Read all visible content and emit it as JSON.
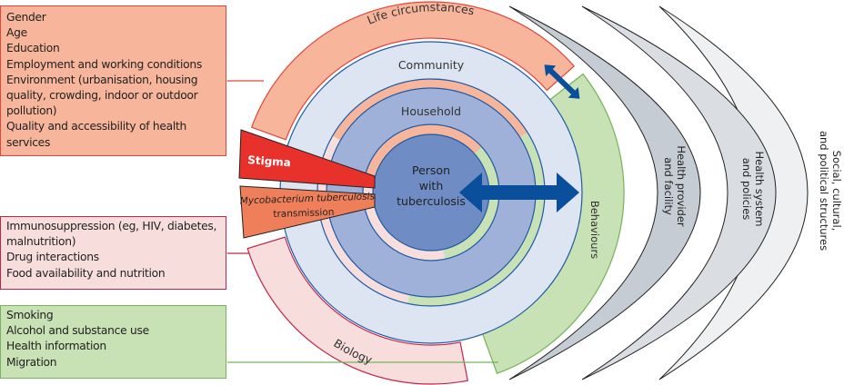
{
  "boxes": {
    "life_circumstances_items": [
      "Gender",
      "Age",
      "Education",
      "Employment and working conditions",
      "Environment (urbanisation, housing",
      "quality, crowding, indoor or outdoor",
      "pollution)",
      "Quality and accessibility of health",
      "services"
    ],
    "biology_items": [
      "Immunosuppression (eg, HIV, diabetes,",
      "malnutrition)",
      "Drug interactions",
      "Food availability and nutrition"
    ],
    "behaviours_items": [
      "Smoking",
      "Alcohol and substance use",
      "Health information",
      "Migration"
    ]
  },
  "diagram": {
    "center": [
      "Person",
      "with",
      "tuberculosis"
    ],
    "household": "Household",
    "community": "Community",
    "life_circumstances": "Life circumstances",
    "behaviours": "Behaviours",
    "biology": "Biology",
    "stigma": "Stigma",
    "transmission": [
      "Mycobacterium tuberculosis",
      "transmission"
    ],
    "health_provider": [
      "Health provider",
      "and facility"
    ],
    "health_system": [
      "Health system",
      "and policies"
    ],
    "social_structures": [
      "Social, cultural,",
      "and political structures"
    ]
  },
  "colors": {
    "life": "#f7b59c",
    "life_border": "#e2453b",
    "biology": "#f7dedd",
    "biology_border": "#c2254a",
    "behaviours": "#c8e1b5",
    "behaviours_border": "#76b35a",
    "community": "#dde5f3",
    "household": "#9fb1d9",
    "person": "#6f8cc4",
    "ring_stroke": "#1d5ba6",
    "arrow": "#0a4f9c",
    "stigma": "#e8312b",
    "transmission": "#ee7f5a",
    "gray1": "#c6ccd3",
    "gray2": "#dadee3",
    "gray3": "#eef0f2"
  }
}
